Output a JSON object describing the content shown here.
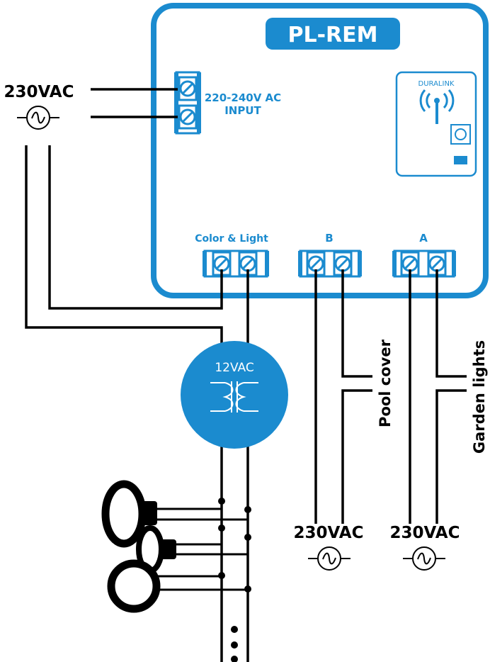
{
  "device": {
    "name": "PL-REM",
    "input_label_line1": "220-240V AC",
    "input_label_line2": "INPUT",
    "brand": "DURALINK"
  },
  "terminals": {
    "color_light": "Color & Light",
    "b": "B",
    "a": "A"
  },
  "power": {
    "main": "230VAC",
    "b_supply": "230VAC",
    "a_supply": "230VAC"
  },
  "transformer": {
    "label": "12VAC"
  },
  "loads": {
    "b": "Pool cover",
    "a": "Garden lights"
  },
  "colors": {
    "accent": "#1b8bcf",
    "line": "#000000",
    "white": "#ffffff"
  }
}
